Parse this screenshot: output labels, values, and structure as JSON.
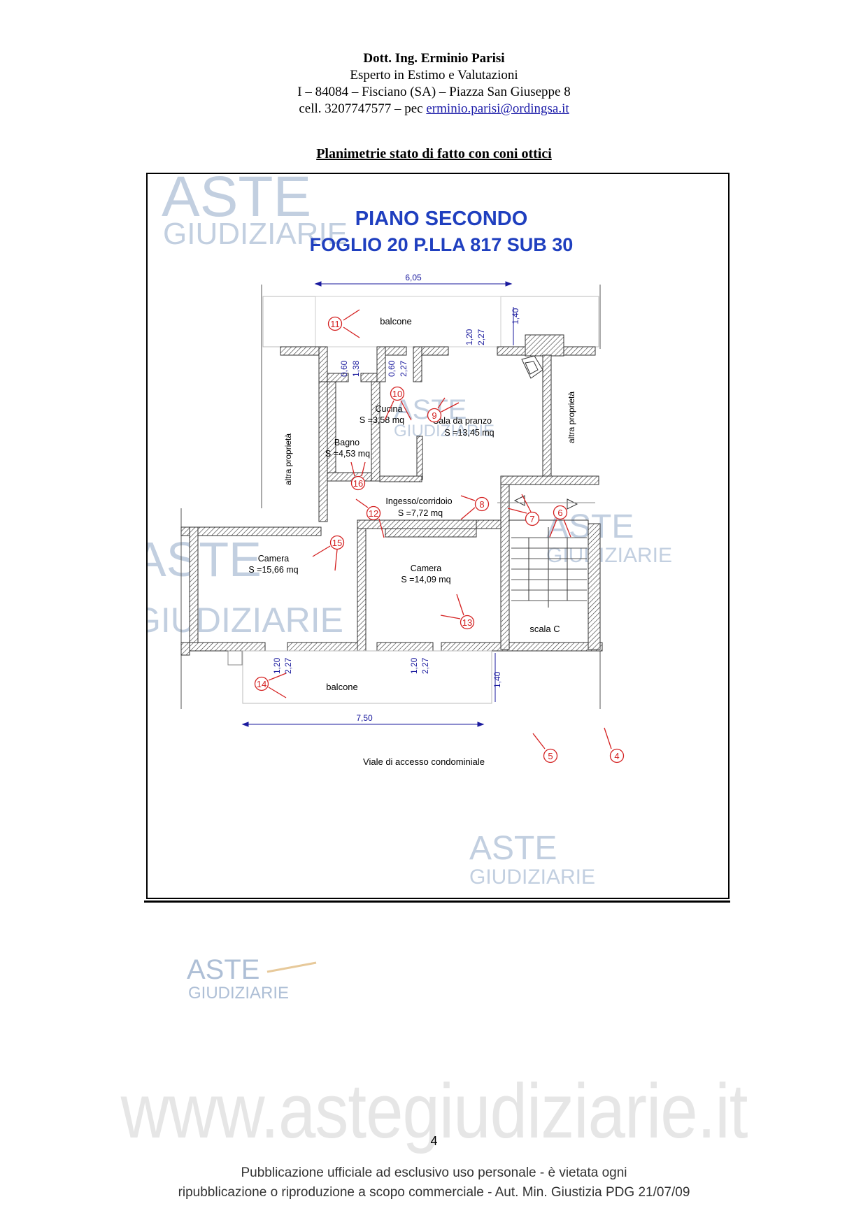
{
  "header": {
    "name": "Dott. Ing. Erminio Parisi",
    "role": "Esperto in Estimo e Valutazioni",
    "address": "I – 84084 – Fisciano (SA) – Piazza San Giuseppe 8",
    "contact_prefix": "cell. 3207747577 – pec ",
    "email": "erminio.parisi@ordingsa.it"
  },
  "section_title": "Planimetrie stato di fatto con coni ottici",
  "plan": {
    "title_line1": "PIANO SECONDO",
    "title_line2": "FOGLIO 20 P.LLA 817 SUB 30",
    "title_color": "#1f3fbf",
    "dimensions": {
      "top_width": "6,05",
      "bottom_width": "7,50",
      "balcony_top_depth": "1,40",
      "balcony_bottom_depth": "1,40",
      "win_top_a1": "0,60",
      "win_top_a2": "1,38",
      "win_top_b1": "0,60",
      "win_top_b2": "2,27",
      "win_top_c1": "1,20",
      "win_top_c2": "2,27",
      "win_bot_a1": "1,20",
      "win_bot_a2": "2,27",
      "win_bot_b1": "1,20",
      "win_bot_b2": "2,27"
    },
    "rooms": {
      "balcone_top": "balcone",
      "balcone_bottom": "balcone",
      "cucina_name": "Cucina",
      "cucina_area": "S =3,58 mq",
      "sala_name": "Sala da pranzo",
      "sala_area": "S =13,45 mq",
      "bagno_name": "Bagno",
      "bagno_area": "S =4,53 mq",
      "ingresso_name": "Ingesso/corridoio",
      "ingresso_area": "S =7,72 mq",
      "camera1_name": "Camera",
      "camera1_area": "S =15,66 mq",
      "camera2_name": "Camera",
      "camera2_area": "S =14,09 mq",
      "scala": "scala C",
      "altra_left": "altra proprietà",
      "altra_right": "altra proprietà",
      "viale": "Viale di accesso condominiale"
    },
    "viewpoints": [
      "4",
      "5",
      "6",
      "7",
      "8",
      "9",
      "10",
      "11",
      "12",
      "13",
      "14",
      "15",
      "16"
    ],
    "viewpoint_color": "#d42020",
    "dimension_color": "#1a1a9e"
  },
  "watermarks": {
    "brand_line1": "ASTE",
    "brand_line2": "GIUDIZIARIE",
    "site": "www.astegiudiziarie.it"
  },
  "page_number": "4",
  "footer": {
    "line1": "Pubblicazione ufficiale ad esclusivo uso personale - è vietata ogni",
    "line2": "ripubblicazione o riproduzione a scopo commerciale - Aut. Min. Giustizia PDG 21/07/09"
  }
}
